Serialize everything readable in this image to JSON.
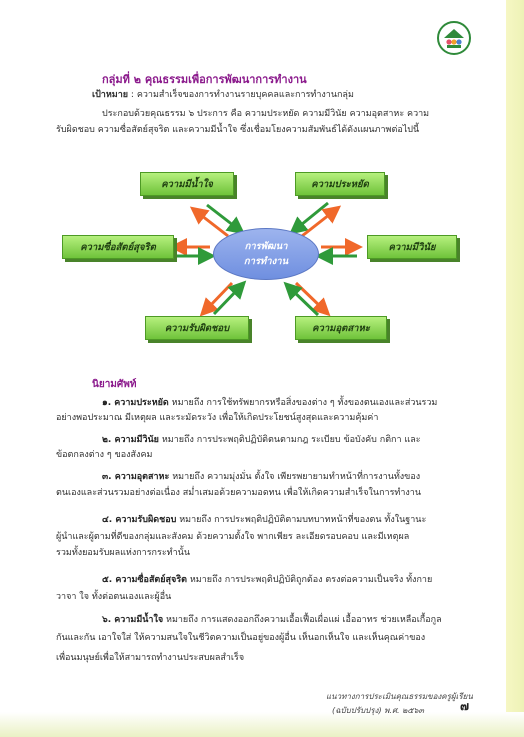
{
  "heading": "กลุ่มที่ ๒ คุณธรรมเพื่อการพัฒนาการทำงาน",
  "goal_label": "เป้าหมาย",
  "goal_text": ": ความสำเร็จของการทำงานรายบุคคลและการทำงานกลุ่ม",
  "intro_line1": "ประกอบด้วยคุณธรรม ๖ ประการ คือ ความประหยัด ความมีวินัย ความอุตสาหะ ความ",
  "intro_line2": "รับผิดชอบ ความซื่อสัตย์สุจริต และความมีน้ำใจ ซึ่งเชื่อมโยงความสัมพันธ์ได้ดังแผนภาพต่อไปนี้",
  "diagram": {
    "center_line1": "การพัฒนา",
    "center_line2": "การทำงาน",
    "nodes": {
      "generosity": "ความมีน้ำใจ",
      "thrift": "ความประหยัด",
      "honesty": "ความซื่อสัตย์สุจริต",
      "discipline": "ความมีวินัย",
      "responsibility": "ความรับผิดชอบ",
      "diligence": "ความอุตสาหะ"
    }
  },
  "definitions_title": "นิยามศัพท์",
  "definitions": [
    {
      "term": "๑. ความประหยัด",
      "line1": "หมายถึง การใช้ทรัพยากรหรือสิ่งของต่าง ๆ ทั้งของตนเองและส่วนรวม",
      "line2": "อย่างพอประมาณ มีเหตุผล และระมัดระวัง เพื่อให้เกิดประโยชน์สูงสุดและความคุ้มค่า"
    },
    {
      "term": "๒. ความมีวินัย",
      "line1": "หมายถึง การประพฤติปฏิบัติตนตามกฎ ระเบียบ ข้อบังคับ กติกา และ",
      "line2": "ข้อตกลงต่าง ๆ ของสังคม"
    },
    {
      "term": "๓. ความอุตสาหะ",
      "line1": "หมายถึง ความมุ่งมั่น ตั้งใจ เพียรพยายามทำหน้าที่การงานทั้งของ",
      "line2": "ตนเองและส่วนรวมอย่างต่อเนื่อง สม่ำเสมอด้วยความอดทน เพื่อให้เกิดความสำเร็จในการทำงาน"
    },
    {
      "term": "๔. ความรับผิดชอบ",
      "line1": "หมายถึง การประพฤติปฏิบัติตามบทบาทหน้าที่ของตน ทั้งในฐานะ",
      "line2": "ผู้นำและผู้ตามที่ดีของกลุ่มและสังคม ด้วยความตั้งใจ พากเพียร ละเอียดรอบคอบ และมีเหตุผล",
      "line3": "รวมทั้งยอมรับผลแห่งการกระทำนั้น"
    },
    {
      "term": "๕. ความซื่อสัตย์สุจริต",
      "line1": "หมายถึง การประพฤติปฏิบัติถูกต้อง ตรงต่อความเป็นจริง ทั้งกาย",
      "line2": "วาจา ใจ ทั้งต่อตนเองและผู้อื่น"
    },
    {
      "term": "๖. ความมีน้ำใจ",
      "line1": "หมายถึง การแสดงออกถึงความเอื้อเฟื้อเผื่อแผ่ เอื้ออาทร ช่วยเหลือเกื้อกูล",
      "line2": "กันและกัน เอาใจใส่ ให้ความสนใจในชีวิตความเป็นอยู่ของผู้อื่น เห็นอกเห็นใจ และเห็นคุณค่าของ",
      "line3": "เพื่อนมนุษย์เพื่อให้สามารถทำงานประสบผลสำเร็จ"
    }
  ],
  "footer": {
    "title": "แนวทางการประเมินคุณธรรมของครูผู้เรียน",
    "subtitle": "(ฉบับปรับปรุง) พ.ศ. ๒๕๖๓",
    "page": "๗"
  },
  "colors": {
    "heading": "#8b1a8c",
    "box_green": "#6fc33a",
    "ellipse_blue": "#7b98e4",
    "arrow_orange": "#f0682a",
    "arrow_green": "#2f9a3a"
  }
}
